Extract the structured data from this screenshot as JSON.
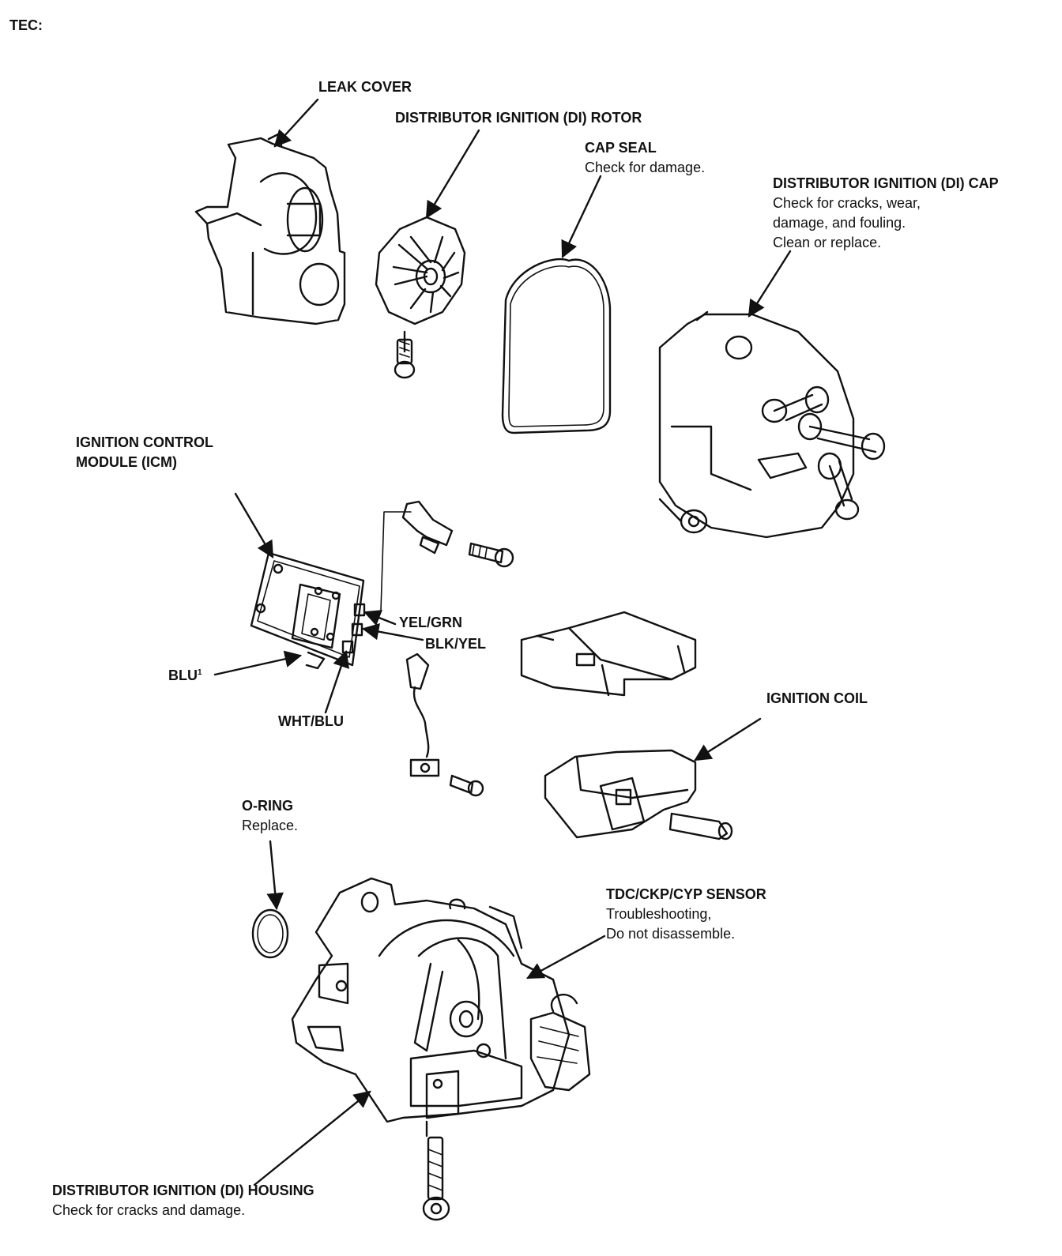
{
  "header": {
    "title": "TEC:"
  },
  "labels": {
    "leak_cover": {
      "title": "LEAK COVER"
    },
    "rotor": {
      "title": "DISTRIBUTOR IGNITION (DI) ROTOR"
    },
    "cap_seal": {
      "title": "CAP SEAL",
      "notes": [
        "Check for damage."
      ]
    },
    "cap": {
      "title": "DISTRIBUTOR IGNITION (DI) CAP",
      "notes": [
        "Check for cracks, wear,",
        "damage, and fouling.",
        "Clean or replace."
      ]
    },
    "icm": {
      "title_lines": [
        "IGNITION CONTROL",
        "MODULE (ICM)"
      ]
    },
    "ignition_coil": {
      "title": "IGNITION COIL"
    },
    "o_ring": {
      "title": "O-RING",
      "notes": [
        "Replace."
      ]
    },
    "tdc_sensor": {
      "title": "TDC/CKP/CYP SENSOR",
      "notes": [
        "Troubleshooting,",
        "Do not disassemble."
      ]
    },
    "housing": {
      "title": "DISTRIBUTOR IGNITION (DI) HOUSING",
      "notes": [
        "Check for cracks and damage."
      ]
    }
  },
  "wires": {
    "yel_grn": "YEL/GRN",
    "blk_yel": "BLK/YEL",
    "blu": "BLU",
    "blu_superscript": "1",
    "wht_blu": "WHT/BLU"
  }
}
